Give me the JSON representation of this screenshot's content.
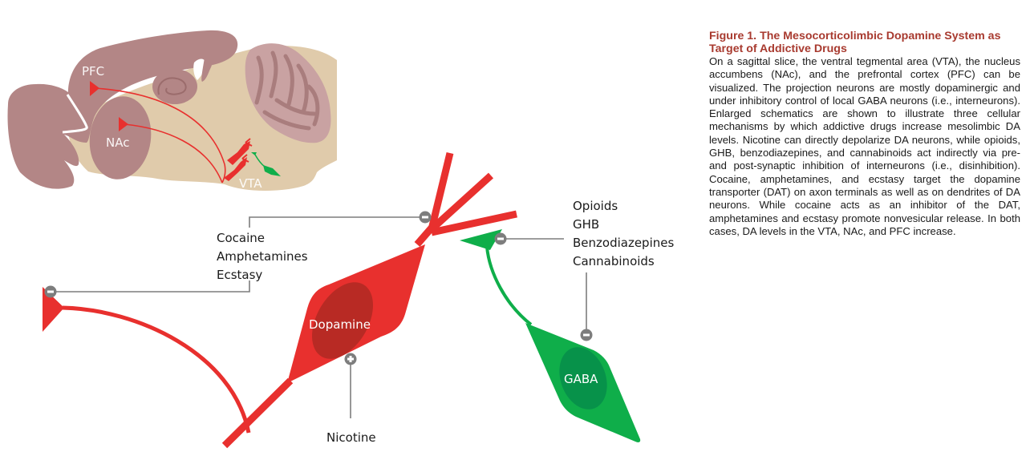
{
  "figure": {
    "caption_title": "Figure 1.  The Mesocorticolimbic Dopamine System as Target of Addictive Drugs",
    "caption_body": "On a sagittal slice, the ventral tegmental area (VTA), the nucleus accumbens (NAc), and the prefrontal cortex (PFC) can be visualized. The projection neurons are mostly dopaminergic and under inhibitory control of local GABA neurons (i.e., interneurons). Enlarged schematics are shown to illustrate three cellular mechanisms by which addictive drugs increase mesolimbic DA levels. Nicotine can directly depolarize DA neurons, while opioids, GHB, benzodiazepines, and cannabinoids act indirectly via pre- and post-synaptic inhibition of interneurons (i.e., disinhibition). Cocaine, amphetamines, and ecstasy target the dopamine transporter (DAT) on axon terminals as well as on dendrites of DA neurons. While cocaine acts as an inhibitor of the DAT, amphetamines and ecstasy promote nonvesicular release. In both cases, DA levels in the VTA, NAc, and PFC increase."
  },
  "brain": {
    "regions": {
      "pfc": "PFC",
      "nac": "NAc",
      "vta": "VTA"
    }
  },
  "neurons": {
    "dopamine": "Dopamine",
    "gaba": "GABA"
  },
  "drug_groups": {
    "dat_targeting": [
      "Cocaine",
      "Amphetamines",
      "Ecstasy"
    ],
    "disinhibition": [
      "Opioids",
      "GHB",
      "Benzodiazepines",
      "Cannabinoids"
    ],
    "direct_depolarizing": [
      "Nicotine"
    ]
  },
  "effect_markers": {
    "inhibitory": "minus-icon",
    "excitatory": "plus-icon"
  },
  "colors": {
    "caption_title": "#a83a2f",
    "dopamine_neuron": "#e8302e",
    "dopamine_nucleus": "#b82a24",
    "gaba_neuron": "#0fae4a",
    "gaba_nucleus": "#07924a",
    "cortex": "#b38686",
    "brainstem": "#e0cbab",
    "cerebellum": "#c9a2a2",
    "callout": "#7d7d7d"
  }
}
